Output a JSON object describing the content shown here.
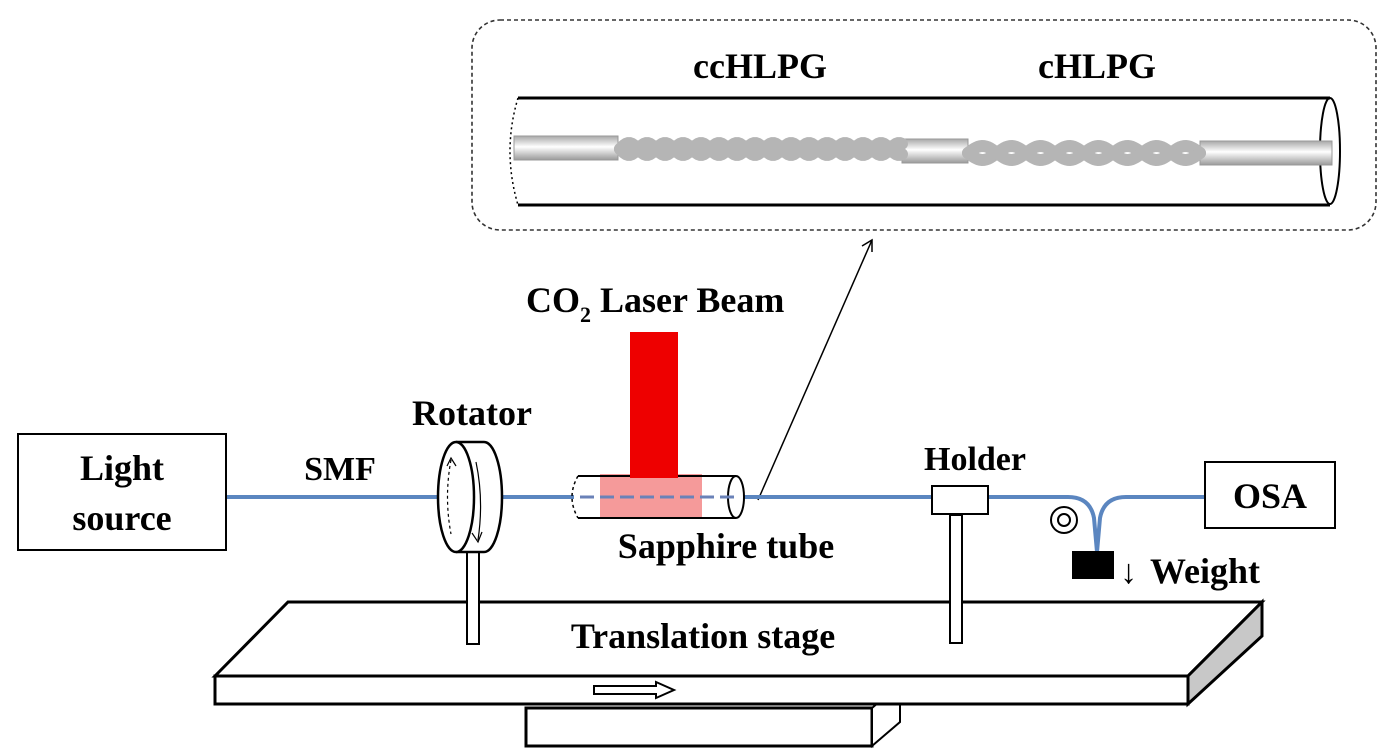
{
  "labels": {
    "cchlpg": "ccHLPG",
    "chlpg": "cHLPG",
    "co2_laser_co": "CO",
    "co2_laser_sub": "2",
    "co2_laser_rest": " Laser Beam",
    "rotator": "Rotator",
    "light_line1": "Light",
    "light_line2": "source",
    "smf": "SMF",
    "sapphire_tube": "Sapphire tube",
    "holder": "Holder",
    "osa": "OSA",
    "weight": "Weight",
    "weight_arrow": "↓",
    "translation_stage": "Translation stage"
  },
  "colors": {
    "fiber": "#5b86c0",
    "laser": "#ee0000",
    "laser_spot": "#f59a9a",
    "grating": "#b5b5b5",
    "stage_side": "#c8c8c8",
    "weight": "#000000"
  }
}
